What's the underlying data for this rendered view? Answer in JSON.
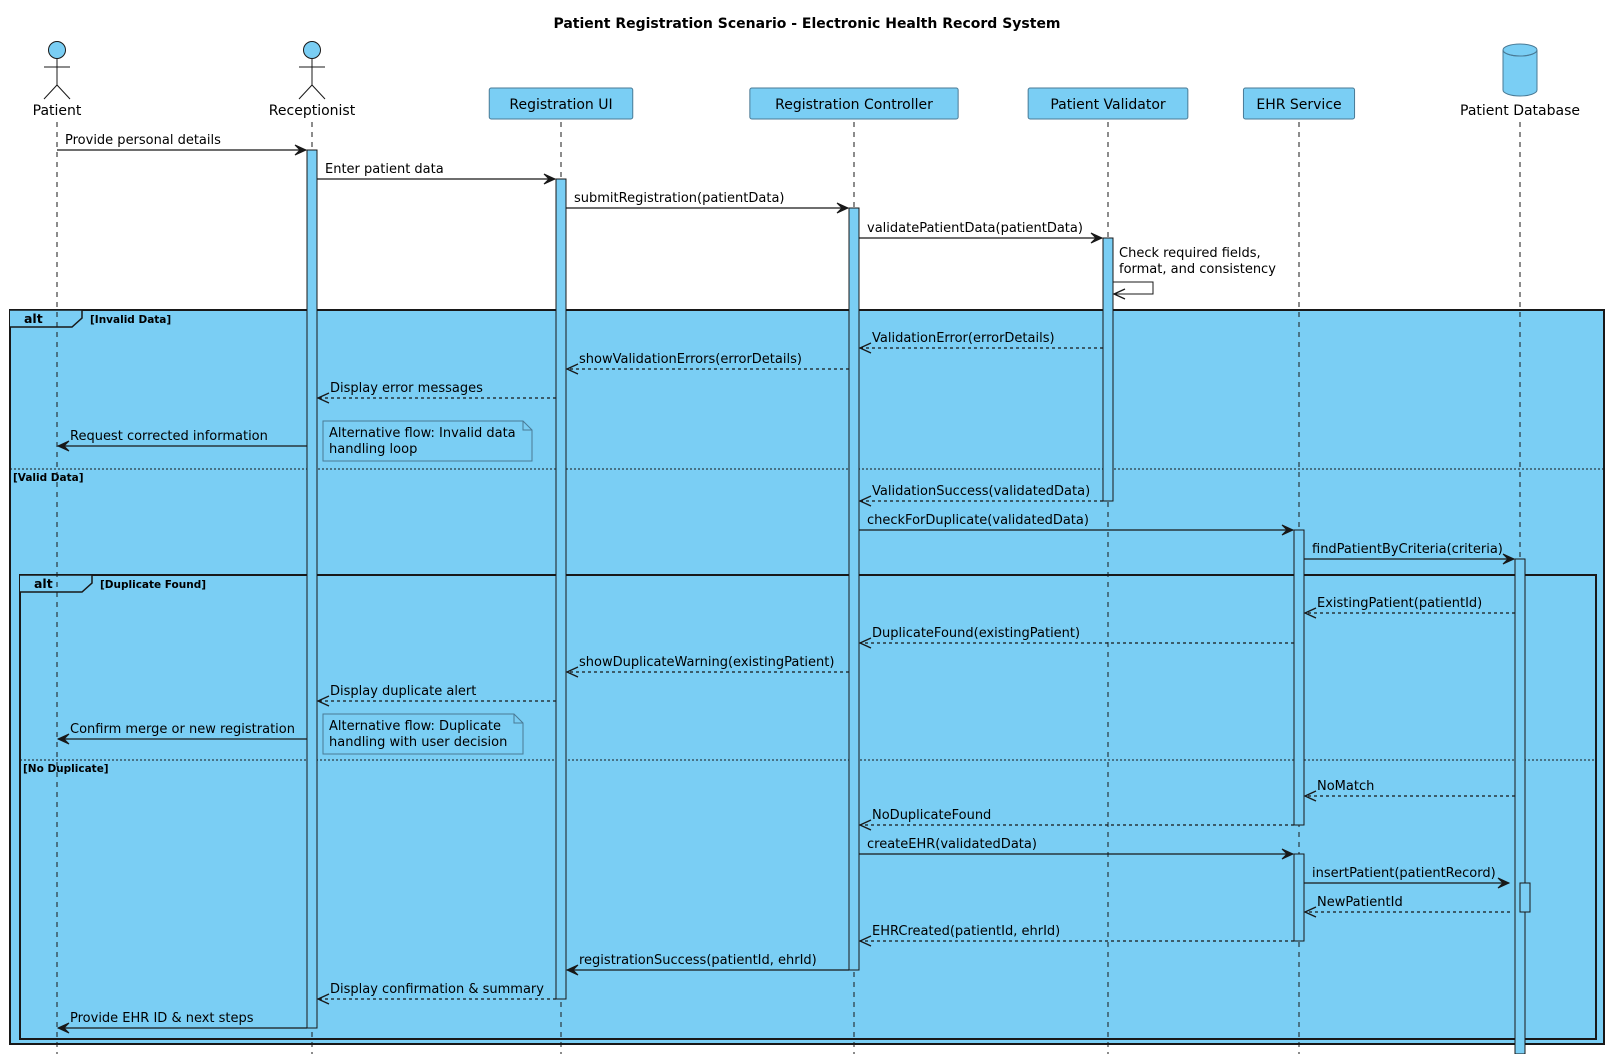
{
  "title": "Patient Registration Scenario - Electronic Health Record System",
  "colors": {
    "fill": "#7ACEF4",
    "line": "#181818",
    "box_border": "#4A7A95"
  },
  "participants": [
    {
      "id": "patient",
      "label": "Patient",
      "kind": "actor"
    },
    {
      "id": "receptionist",
      "label": "Receptionist",
      "kind": "actor"
    },
    {
      "id": "ui",
      "label": "Registration UI",
      "kind": "box"
    },
    {
      "id": "controller",
      "label": "Registration Controller",
      "kind": "box"
    },
    {
      "id": "validator",
      "label": "Patient Validator",
      "kind": "box"
    },
    {
      "id": "ehr",
      "label": "EHR Service",
      "kind": "box"
    },
    {
      "id": "db",
      "label": "Patient Database",
      "kind": "database"
    }
  ],
  "messages": [
    {
      "from": "patient",
      "to": "receptionist",
      "label": "Provide personal details",
      "style": "solid"
    },
    {
      "from": "receptionist",
      "to": "ui",
      "label": "Enter patient data",
      "style": "solid"
    },
    {
      "from": "ui",
      "to": "controller",
      "label": "submitRegistration(patientData)",
      "style": "solid"
    },
    {
      "from": "controller",
      "to": "validator",
      "label": "validatePatientData(patientData)",
      "style": "solid"
    },
    {
      "from": "validator",
      "to": "validator",
      "label": [
        "Check required fields,",
        "format, and consistency"
      ],
      "style": "self"
    },
    {
      "from": "validator",
      "to": "controller",
      "label": "ValidationError(errorDetails)",
      "style": "dashed"
    },
    {
      "from": "controller",
      "to": "ui",
      "label": "showValidationErrors(errorDetails)",
      "style": "dashed"
    },
    {
      "from": "ui",
      "to": "receptionist",
      "label": "Display error messages",
      "style": "dashed"
    },
    {
      "from": "receptionist",
      "to": "patient",
      "label": "Request corrected information",
      "style": "solid"
    },
    {
      "from": "validator",
      "to": "controller",
      "label": "ValidationSuccess(validatedData)",
      "style": "dashed"
    },
    {
      "from": "controller",
      "to": "ehr",
      "label": "checkForDuplicate(validatedData)",
      "style": "solid"
    },
    {
      "from": "ehr",
      "to": "db",
      "label": "findPatientByCriteria(criteria)",
      "style": "solid"
    },
    {
      "from": "db",
      "to": "ehr",
      "label": "ExistingPatient(patientId)",
      "style": "dashed"
    },
    {
      "from": "ehr",
      "to": "controller",
      "label": "DuplicateFound(existingPatient)",
      "style": "dashed"
    },
    {
      "from": "controller",
      "to": "ui",
      "label": "showDuplicateWarning(existingPatient)",
      "style": "dashed"
    },
    {
      "from": "ui",
      "to": "receptionist",
      "label": "Display duplicate alert",
      "style": "dashed"
    },
    {
      "from": "receptionist",
      "to": "patient",
      "label": "Confirm merge or new registration",
      "style": "solid"
    },
    {
      "from": "db",
      "to": "ehr",
      "label": "NoMatch",
      "style": "dashed"
    },
    {
      "from": "ehr",
      "to": "controller",
      "label": "NoDuplicateFound",
      "style": "dashed"
    },
    {
      "from": "controller",
      "to": "ehr",
      "label": "createEHR(validatedData)",
      "style": "solid"
    },
    {
      "from": "ehr",
      "to": "db",
      "label": "insertPatient(patientRecord)",
      "style": "solid"
    },
    {
      "from": "db",
      "to": "ehr",
      "label": "NewPatientId",
      "style": "dashed"
    },
    {
      "from": "ehr",
      "to": "controller",
      "label": "EHRCreated(patientId, ehrId)",
      "style": "dashed"
    },
    {
      "from": "controller",
      "to": "ui",
      "label": "registrationSuccess(patientId, ehrId)",
      "style": "solid"
    },
    {
      "from": "ui",
      "to": "receptionist",
      "label": "Display confirmation & summary",
      "style": "dashed"
    },
    {
      "from": "receptionist",
      "to": "patient",
      "label": "Provide EHR ID & next steps",
      "style": "solid"
    }
  ],
  "fragments": [
    {
      "keyword": "alt",
      "sections": [
        "[Invalid Data]",
        "[Valid Data]"
      ]
    },
    {
      "keyword": "alt",
      "sections": [
        "[Duplicate Found]",
        "[No Duplicate]"
      ]
    }
  ],
  "notes": [
    {
      "lines": [
        "Alternative flow: Invalid data",
        "handling loop"
      ]
    },
    {
      "lines": [
        "Alternative flow: Duplicate",
        "handling with user decision"
      ]
    }
  ]
}
